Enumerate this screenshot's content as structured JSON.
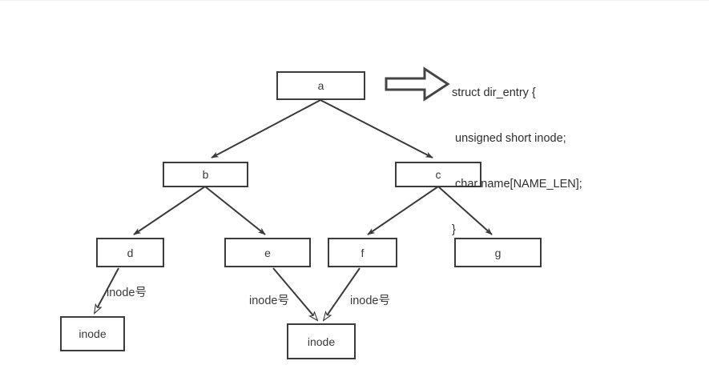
{
  "diagram": {
    "title": "directory-entry-tree",
    "colors": {
      "stroke": "#3c3c3c",
      "text": "#3a3a3a",
      "background": "#ffffff",
      "arrow_fill": "#3a3a3a"
    },
    "nodes": [
      {
        "id": "a",
        "label": "a"
      },
      {
        "id": "b",
        "label": "b"
      },
      {
        "id": "c",
        "label": "c"
      },
      {
        "id": "d",
        "label": "d"
      },
      {
        "id": "e",
        "label": "e"
      },
      {
        "id": "f",
        "label": "f"
      },
      {
        "id": "g",
        "label": "g"
      },
      {
        "id": "inode_left",
        "label": "inode"
      },
      {
        "id": "inode_center",
        "label": "inode"
      }
    ],
    "edge_labels": {
      "d_to_inode": "inode号",
      "e_to_inode": "inode号",
      "f_to_inode": "inode号"
    },
    "code": {
      "line1": "struct dir_entry {",
      "line2": " unsigned short inode;",
      "line3": " char name[NAME_LEN];",
      "line4": "}"
    },
    "block_arrow": {
      "name": "right-block-arrow",
      "direction": "right"
    }
  }
}
